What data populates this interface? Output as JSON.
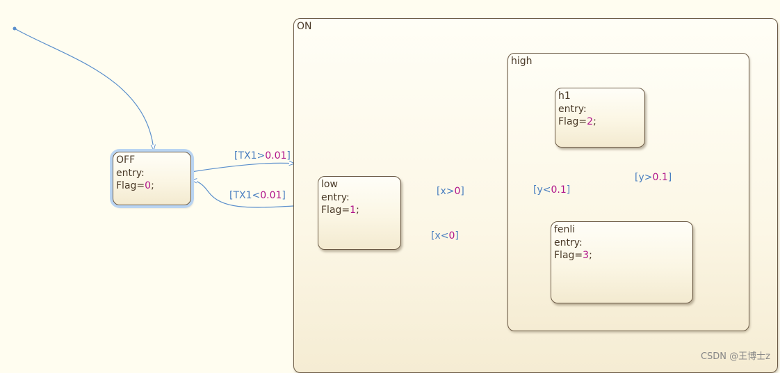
{
  "states": {
    "off": {
      "name": "OFF",
      "entry": "entry:",
      "flag_prefix": "Flag=",
      "flag_value": "0",
      "suffix": ";"
    },
    "on": {
      "name": "ON"
    },
    "low": {
      "name": "low",
      "entry": "entry:",
      "flag_prefix": "Flag=",
      "flag_value": "1",
      "suffix": ";"
    },
    "high": {
      "name": "high"
    },
    "h1": {
      "name": "h1",
      "entry": "entry:",
      "flag_prefix": "Flag=",
      "flag_value": "2",
      "suffix": ";"
    },
    "fenli": {
      "name": "fenli",
      "entry": "entry:",
      "flag_prefix": "Flag=",
      "flag_value": "3",
      "suffix": ";"
    }
  },
  "transitions": {
    "off_to_on": {
      "prefix": "[TX1>",
      "value": "0.01",
      "suffix": "]"
    },
    "on_to_off": {
      "prefix": "[TX1<",
      "value": "0.01",
      "suffix": "]"
    },
    "low_to_high": {
      "prefix": "[x>",
      "value": "0",
      "suffix": "]"
    },
    "high_to_low": {
      "prefix": "[x<",
      "value": "0",
      "suffix": "]"
    },
    "h1_to_fenli": {
      "prefix": "[y>",
      "value": "0.1",
      "suffix": "]"
    },
    "fenli_to_h1": {
      "prefix": "[y<",
      "value": "0.1",
      "suffix": "]"
    }
  },
  "colors": {
    "transition": "#5b8fcc",
    "number": "#b0148a",
    "state_border": "#6b5a45",
    "selection": "#b9d4f2"
  },
  "watermark": "CSDN @王博士z"
}
